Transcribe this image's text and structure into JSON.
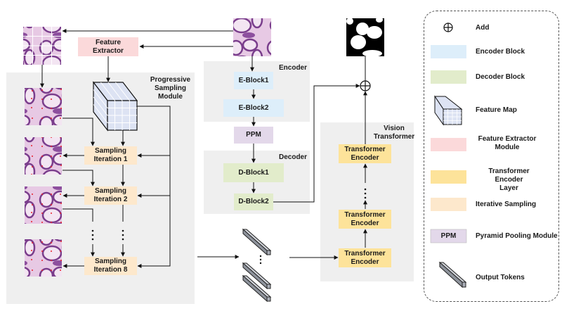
{
  "diagram": {
    "feature_extractor": "Feature\nExtractor",
    "psm": {
      "title": "Progressive\nSampling Module",
      "iterations": [
        "Sampling\nIteration 1",
        "Sampling\nIteration 2",
        "Sampling\nIteration 8"
      ],
      "ellipsis": "⋮"
    },
    "encoder": {
      "title": "Encoder",
      "blocks": [
        "E-Block1",
        "E-Block2"
      ]
    },
    "ppm": "PPM",
    "decoder": {
      "title": "Decoder",
      "blocks": [
        "D-Block1",
        "D-Block2"
      ]
    },
    "vit": {
      "title": "Vision\nTransformer",
      "layers": [
        "Transformer\nEncoder",
        "Transformer\nEncoder",
        "Transformer\nEncoder"
      ],
      "ellipsis": "⋮"
    },
    "add_symbol": "⊕",
    "tokens_ellipsis": "⋮"
  },
  "legend": {
    "items": [
      {
        "key": "add",
        "label": "Add"
      },
      {
        "key": "encoder",
        "label": "Encoder Block"
      },
      {
        "key": "decoder",
        "label": "Decoder Block"
      },
      {
        "key": "feature-map",
        "label": "Feature Map"
      },
      {
        "key": "feature-extractor",
        "label": "Feature Extractor\nModule"
      },
      {
        "key": "transformer",
        "label": "Transformer Encoder\nLayer"
      },
      {
        "key": "iterative",
        "label": "Iterative Sampling"
      },
      {
        "key": "ppm",
        "label": "Pyramid Pooling Module",
        "swatch_text": "PPM"
      },
      {
        "key": "tokens",
        "label": "Output Tokens"
      }
    ]
  },
  "colors": {
    "encoder": "#ddeefa",
    "decoder": "#e2eccb",
    "feature_extractor": "#fbd9da",
    "transformer": "#fde39a",
    "iterative": "#fde8cc",
    "ppm": "#e3d8ea",
    "panel": "#efefef",
    "cube": "#dde3f3",
    "token": "#a9adb7"
  }
}
